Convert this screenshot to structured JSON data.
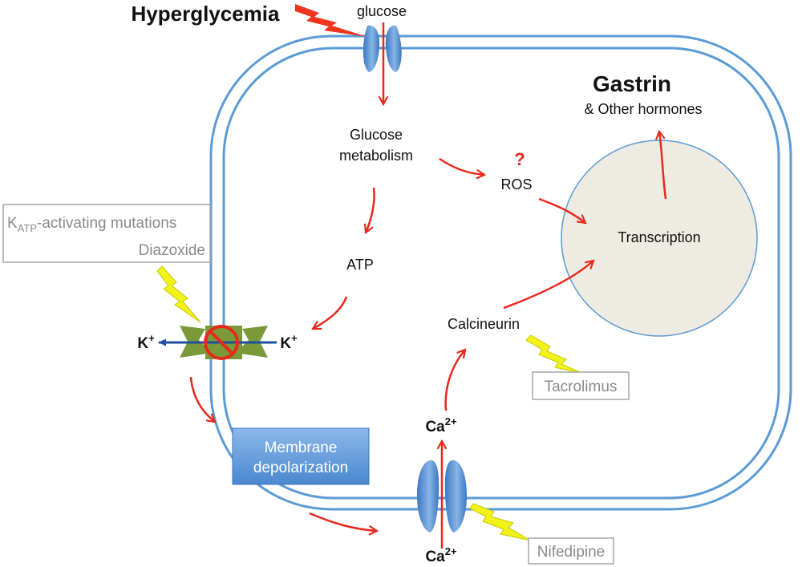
{
  "title": "Hyperglycemia",
  "labels": {
    "glucose": "glucose",
    "glucose_metabolism_line1": "Glucose",
    "glucose_metabolism_line2": "metabolism",
    "ros": "ROS",
    "ros_question": "?",
    "atp": "ATP",
    "gastrin": "Gastrin",
    "other_hormones": "& Other hormones",
    "transcription": "Transcription",
    "calcineurin": "Calcineurin",
    "k_left": "K",
    "k_right": "K",
    "k_charge": "+",
    "ca_top": "Ca",
    "ca_bottom": "Ca",
    "ca_charge": "2+",
    "membrane_line1": "Membrane",
    "membrane_line2": "depolarization"
  },
  "inhibitors": {
    "katp_prefix": "K",
    "katp_subscript": "ATP",
    "katp_suffix": "-activating mutations",
    "diazoxide": "Diazoxide",
    "tacrolimus": "Tacrolimus",
    "nifedipine": "Nifedipine"
  },
  "colors": {
    "membrane": "#5b9bd5",
    "arrow": "#e8281c",
    "nucleus_fill": "#eeebe2",
    "katp_channel": "#7a9a3a",
    "lightning": "#f2f21a",
    "hyperglycemia_bolt": "#f0341e",
    "k_flux": "#1f4e9c",
    "depolarization_box": "#5b9bd5"
  },
  "icons": [
    "glucose-transporter-icon",
    "katp-channel-icon",
    "prohibition-icon",
    "calcium-channel-icon",
    "lightning-bolt-icon"
  ]
}
